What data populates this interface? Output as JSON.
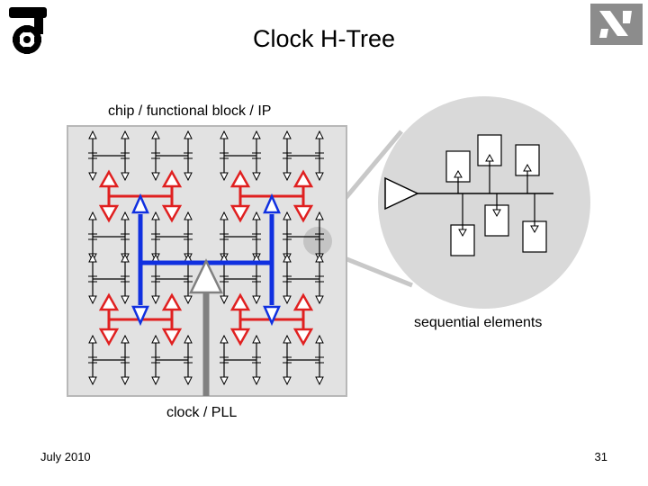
{
  "slide": {
    "title": "Clock H-Tree",
    "date": "July 2010",
    "page_number": "31"
  },
  "diagram": {
    "chip_label": "chip / functional block / IP",
    "sequential_label": "sequential elements",
    "clock_label": "clock / PLL"
  },
  "logos": {
    "left": "technion-logo-icon",
    "right": "hebrew-letter-logo-icon"
  },
  "colors": {
    "red_level": "#e02020",
    "blue_level": "#1030e0",
    "trunk": "#808080",
    "chip_fill": "#e2e2e2",
    "zoom_fill": "#d9d9d9"
  }
}
